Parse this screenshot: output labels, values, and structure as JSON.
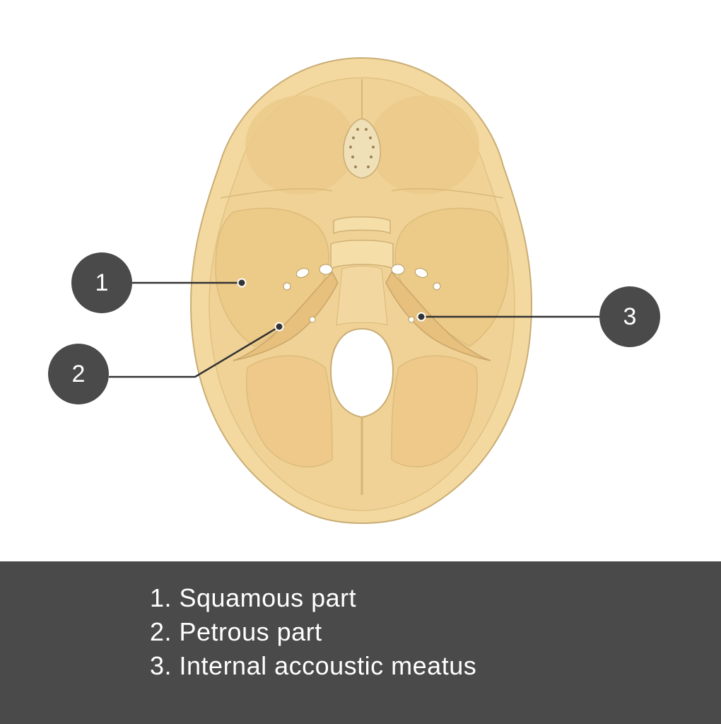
{
  "callouts": [
    {
      "number": "1"
    },
    {
      "number": "2"
    },
    {
      "number": "3"
    }
  ],
  "legend": {
    "items": [
      "1. Squamous part",
      "2. Petrous part",
      "3. Internal accoustic meatus"
    ]
  },
  "colors": {
    "bone": "#f3d9a0",
    "bone_dark": "#e9c784",
    "bone_shadow": "#dcb574",
    "outline": "#c9ad74",
    "callout": "#4a4a4a",
    "legend_bg": "#4a4a4a",
    "text": "#ffffff"
  }
}
